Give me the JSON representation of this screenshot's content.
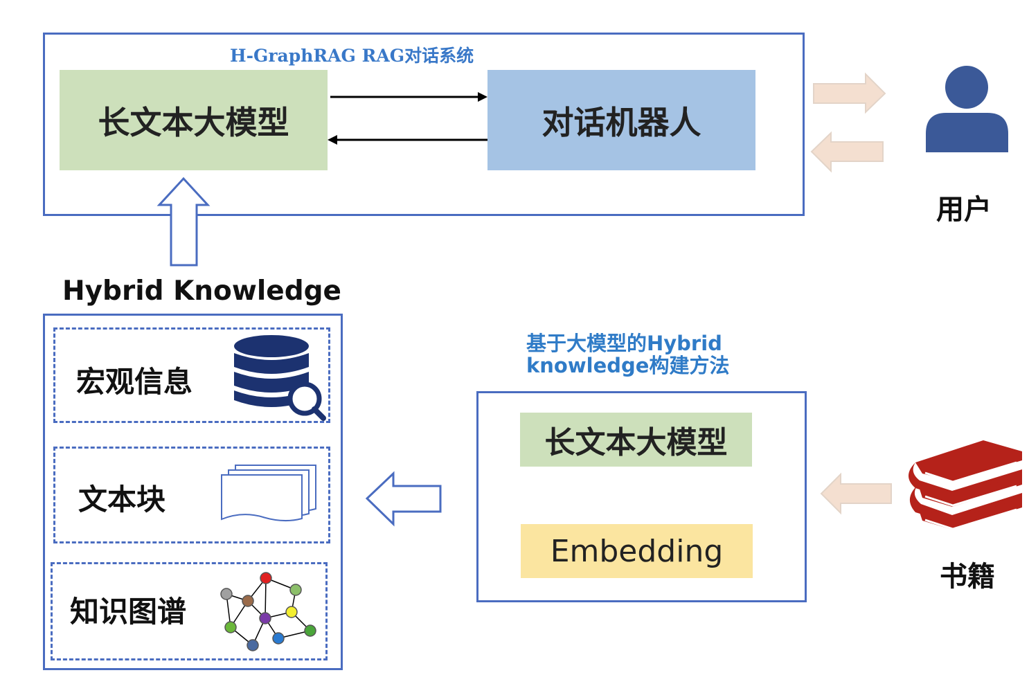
{
  "system_box": {
    "title": "H-GraphRAG RAG对话系统",
    "llm_label": "长文本大模型",
    "bot_label": "对话机器人"
  },
  "user": {
    "label": "用户",
    "icon": "user-icon"
  },
  "hybrid": {
    "title": "Hybrid Knowledge",
    "items": [
      {
        "label": "宏观信息",
        "icon": "database-search-icon"
      },
      {
        "label": "文本块",
        "icon": "document-stack-icon"
      },
      {
        "label": "知识图谱",
        "icon": "knowledge-graph-icon"
      }
    ]
  },
  "method": {
    "caption_line1": "基于大模型的Hybrid",
    "caption_line2": "knowledge构建方法",
    "llm_label": "长文本大模型",
    "embedding_label": "Embedding"
  },
  "books": {
    "label": "书籍",
    "icon": "books-icon"
  },
  "colors": {
    "frame": "#4a6cc0",
    "green_box": "#cde0bb",
    "blue_box": "#a5c3e4",
    "yellow_box": "#fbe5a0",
    "peach_arrow": "#f4dfd0",
    "user_icon": "#3b5998",
    "books_icon": "#b5221a",
    "caption_text": "#2f7bc7"
  }
}
